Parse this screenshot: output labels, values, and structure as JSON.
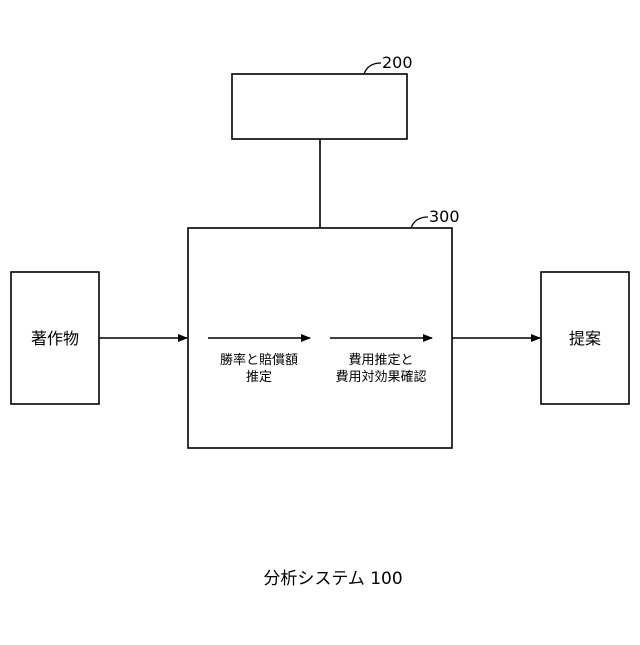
{
  "diagram": {
    "server_ref": "200",
    "processor_ref": "300",
    "input_label": "著作物",
    "output_label": "提案",
    "step1_line1": "勝率と賠償額",
    "step1_line2": "推定",
    "step2_line1": "費用推定と",
    "step2_line2": "費用対効果確認",
    "caption": "分析システム 100"
  }
}
